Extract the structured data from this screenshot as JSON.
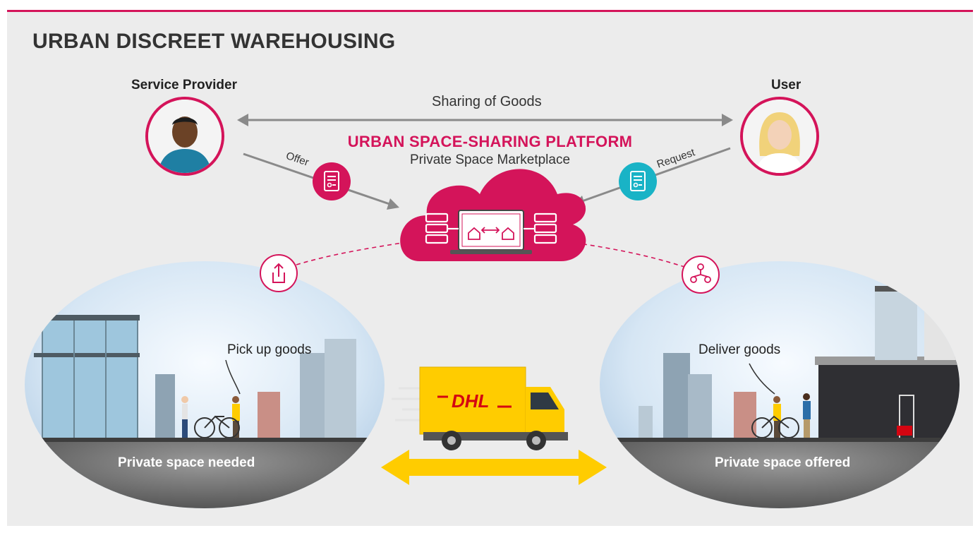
{
  "header": {
    "title": "URBAN DISCREET WAREHOUSING"
  },
  "provider": {
    "label": "Service Provider"
  },
  "user": {
    "label": "User"
  },
  "sharing": {
    "label": "Sharing of Goods"
  },
  "platform": {
    "title": "URBAN SPACE-SHARING PLATFORM",
    "subtitle": "Private Space Marketplace"
  },
  "flows": {
    "offer": "Offer",
    "request": "Request"
  },
  "scenes": {
    "left": {
      "callout": "Pick up goods",
      "label": "Private space needed"
    },
    "right": {
      "callout": "Deliver goods",
      "label": "Private space offered"
    }
  },
  "truck": {
    "brand": "DHL"
  },
  "colors": {
    "accent": "#d4145a",
    "teal": "#19b3c6",
    "dhl_yellow": "#ffcc00",
    "dhl_red": "#d40511"
  },
  "icons": [
    "document-icon",
    "upload-icon",
    "network-icon",
    "server-icon",
    "laptop-icon",
    "home-icon"
  ]
}
